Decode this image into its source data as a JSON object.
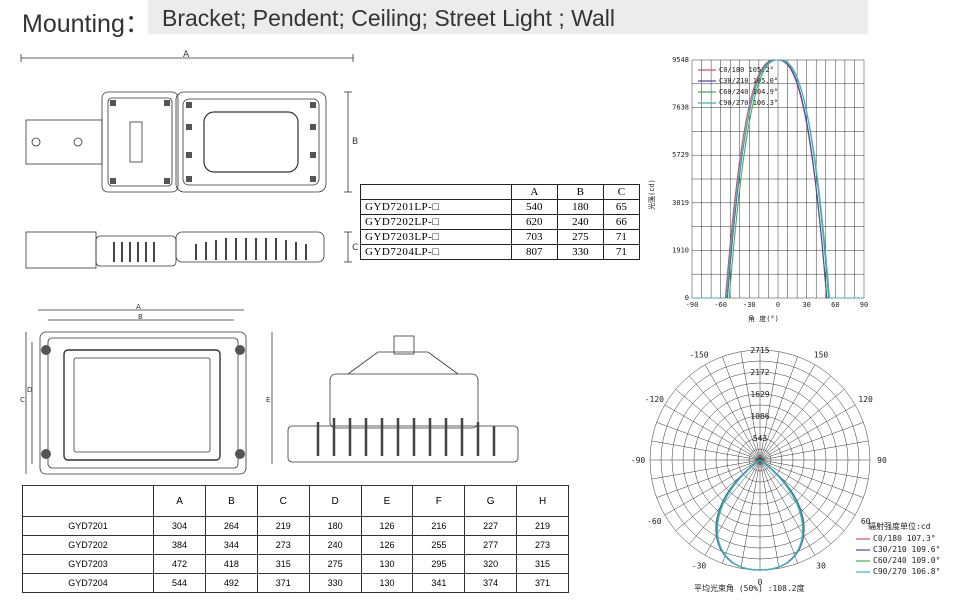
{
  "mounting": {
    "label": "Mounting：",
    "value": "Bracket; Pendent; Ceiling; Street Light ; Wall"
  },
  "drawing_top": {
    "dim_a": "A",
    "dim_b": "B",
    "dim_c": "C"
  },
  "drawing_bottom": {
    "dim_a": "A",
    "dim_b": "B",
    "dim_c": "C",
    "dim_d": "D",
    "dim_e": "E"
  },
  "table1": {
    "headers": [
      "",
      "A",
      "B",
      "C"
    ],
    "rows": [
      [
        "GYD7201LP-□",
        "540",
        "180",
        "65"
      ],
      [
        "GYD7202LP-□",
        "620",
        "240",
        "66"
      ],
      [
        "GYD7203LP-□",
        "703",
        "275",
        "71"
      ],
      [
        "GYD7204LP-□",
        "807",
        "330",
        "71"
      ]
    ]
  },
  "table2": {
    "headers": [
      "",
      "A",
      "B",
      "C",
      "D",
      "E",
      "F",
      "G",
      "H"
    ],
    "rows": [
      [
        "GYD7201",
        "304",
        "264",
        "219",
        "180",
        "126",
        "216",
        "227",
        "219"
      ],
      [
        "GYD7202",
        "384",
        "344",
        "273",
        "240",
        "126",
        "255",
        "277",
        "273"
      ],
      [
        "GYD7203",
        "472",
        "418",
        "315",
        "275",
        "130",
        "295",
        "320",
        "315"
      ],
      [
        "GYD7204",
        "544",
        "492",
        "371",
        "330",
        "130",
        "341",
        "374",
        "371"
      ]
    ]
  },
  "chart_data": [
    {
      "type": "line",
      "ylabel": "光强(cd)",
      "xlabel": "角 度(°)",
      "x_ticks": [
        "-90",
        "-60",
        "-30",
        "0",
        "30",
        "60",
        "90"
      ],
      "y_ticks": [
        "0",
        "1910",
        "3819",
        "5729",
        "7638",
        "9548"
      ],
      "xlim": [
        -90,
        90
      ],
      "ylim": [
        0,
        9548
      ],
      "series": [
        {
          "name": "C0/180 105.2°",
          "color": "#d0505a",
          "peak_x": -2,
          "fw": 53
        },
        {
          "name": "C30/210 105.0°",
          "color": "#4a4aa8",
          "peak_x": -1,
          "fw": 52
        },
        {
          "name": "C60/240 104.9°",
          "color": "#3cae5a",
          "peak_x": 1,
          "fw": 52
        },
        {
          "name": "C90/270 106.3°",
          "color": "#3ab0c8",
          "peak_x": 0,
          "fw": 54
        }
      ]
    },
    {
      "type": "line",
      "chart_kind": "polar",
      "r_ticks": [
        "543",
        "1086",
        "1629",
        "2172",
        "2715"
      ],
      "rmax": 2715,
      "angle_labels": [
        "-150",
        "150",
        "-120",
        "120",
        "-90",
        "90",
        "-60",
        "60",
        "-30",
        "30",
        "0"
      ],
      "legend_title": "辐射强度单位:cd",
      "footer": "平均光束角 (50%) :108.2度",
      "series": [
        {
          "name": "C0/180 107.3°",
          "color": "#d0505a",
          "half_width": 54
        },
        {
          "name": "C30/210 109.6°",
          "color": "#4a4aa8",
          "half_width": 55
        },
        {
          "name": "C60/240 109.0°",
          "color": "#3cae5a",
          "half_width": 54
        },
        {
          "name": "C90/270 106.8°",
          "color": "#3ab0c8",
          "half_width": 53
        }
      ]
    }
  ]
}
